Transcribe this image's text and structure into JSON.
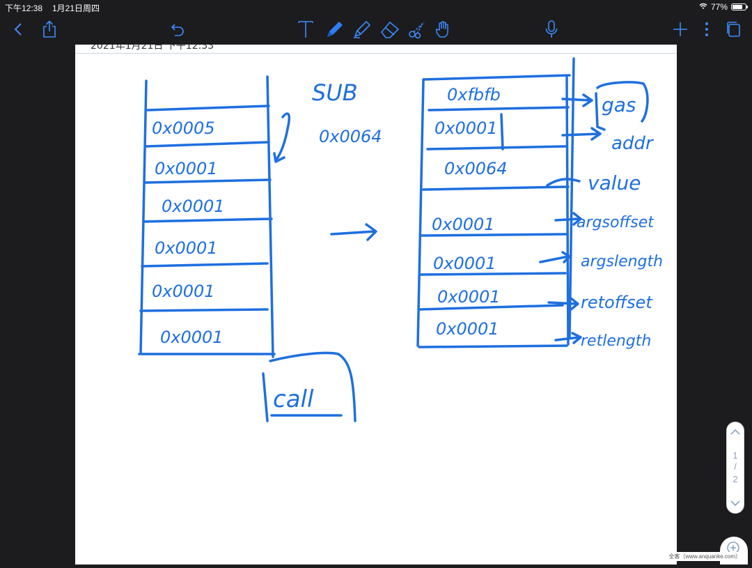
{
  "status_bar": {
    "time": "下午12:38",
    "date": "1月21日周四",
    "battery": "77%",
    "battery_level": 0.77
  },
  "toolbar": {
    "left": [
      "back-icon",
      "share-icon"
    ],
    "center": [
      "undo-icon",
      "text-tool-icon",
      "pen-tool-icon",
      "highlighter-icon",
      "eraser-icon",
      "lasso-icon",
      "hand-tool-icon"
    ],
    "right": [
      "microphone-icon",
      "add-icon",
      "more-icon",
      "pages-icon"
    ]
  },
  "note": {
    "date": "2021年1月21日 下午12:33",
    "left_stack": [
      "0x0005",
      "0x0001",
      "0x0001",
      "0x0001",
      "0x0001",
      "0x0001"
    ],
    "op_label": "SUB",
    "op_value": "0x0064",
    "call_label": "call",
    "right_stack": [
      "0xfbfb",
      "0x0001",
      "0x0064",
      "0x0001",
      "0x0001",
      "0x0001",
      "0x0001"
    ],
    "right_labels": [
      "gas",
      "addr",
      "value",
      "argsoffset",
      "argslength",
      "retoffset",
      "retlength"
    ],
    "ink_color": "#1e6fe0"
  },
  "pager": {
    "current": "1",
    "separator": "/",
    "total": "2"
  },
  "watermark": "全客（www.anquanke.com）"
}
